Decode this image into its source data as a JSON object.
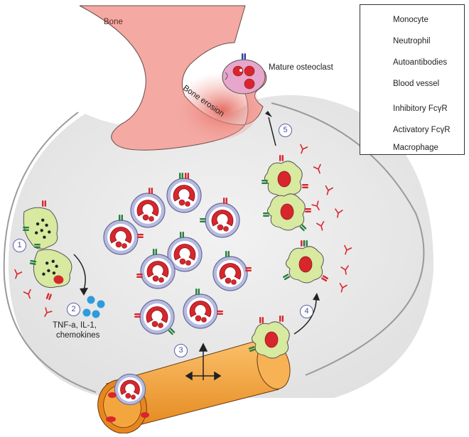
{
  "labels": {
    "bone": "Bone",
    "bone_erosion": "Bone erosion",
    "mature_osteoclast": "Mature osteoclast",
    "cytokines": "TNF-a, IL-1,\nchemokines",
    "cytokines_line1": "TNF-a, IL-1,",
    "cytokines_line2": "chemokines"
  },
  "steps": [
    "1",
    "2",
    "3",
    "4",
    "5"
  ],
  "legend": [
    {
      "icon": "monocyte-icon",
      "label": "Monocyte"
    },
    {
      "icon": "neutrophil-icon",
      "label": "Neutrophil"
    },
    {
      "icon": "autoantibody-icon",
      "label": "Autoantibodies"
    },
    {
      "icon": "blood-vessel-icon",
      "label": "Blood vessel"
    },
    {
      "icon": "inhibitory-fcgr-icon",
      "label": "Inhibitory FcγR"
    },
    {
      "icon": "activatory-fcgr-icon",
      "label": "Activatory FcγR"
    },
    {
      "icon": "macrophage-icon",
      "label": "Macrophage"
    }
  ],
  "colors": {
    "bone": "#f4a9a3",
    "bone_erosion": "#e8766c",
    "joint_space": "#e6e6e6",
    "cell_green": "#d8e9a0",
    "nucleus_red": "#d8262d",
    "neutrophil_ring": "#9aa0cf",
    "vessel": "#f5a640",
    "inhibitory": "#d9262c",
    "activatory": "#2a7f3e",
    "osteoclast": "#e7a6cc",
    "cytokine": "#2c9cdc",
    "step_circle": "#4a4f9a"
  }
}
